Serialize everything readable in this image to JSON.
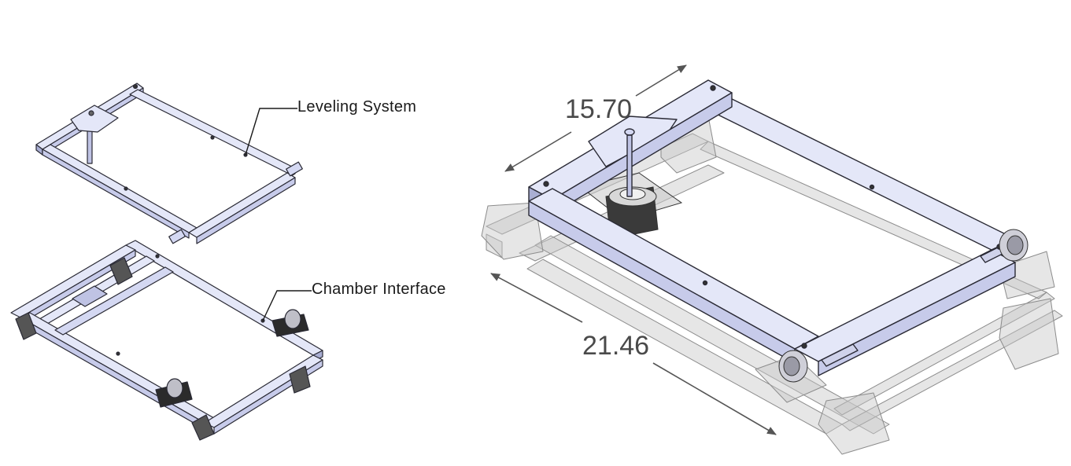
{
  "labels": {
    "leveling_system": "Leveling System",
    "chamber_interface": "Chamber Interface"
  },
  "dimensions": {
    "width": "15.70",
    "length": "21.46"
  },
  "colors": {
    "frame_fill": "#d4d8f2",
    "frame_top": "#e4e7f8",
    "frame_side": "#a9aed3",
    "frame_edge": "#2a2a35",
    "ghost_fill": "#c8c8c8",
    "ghost_edge": "#8c8c8c",
    "dim_line": "#555555",
    "dim_text": "#4a4a4a",
    "bearing_dark": "#2b2b2b"
  }
}
